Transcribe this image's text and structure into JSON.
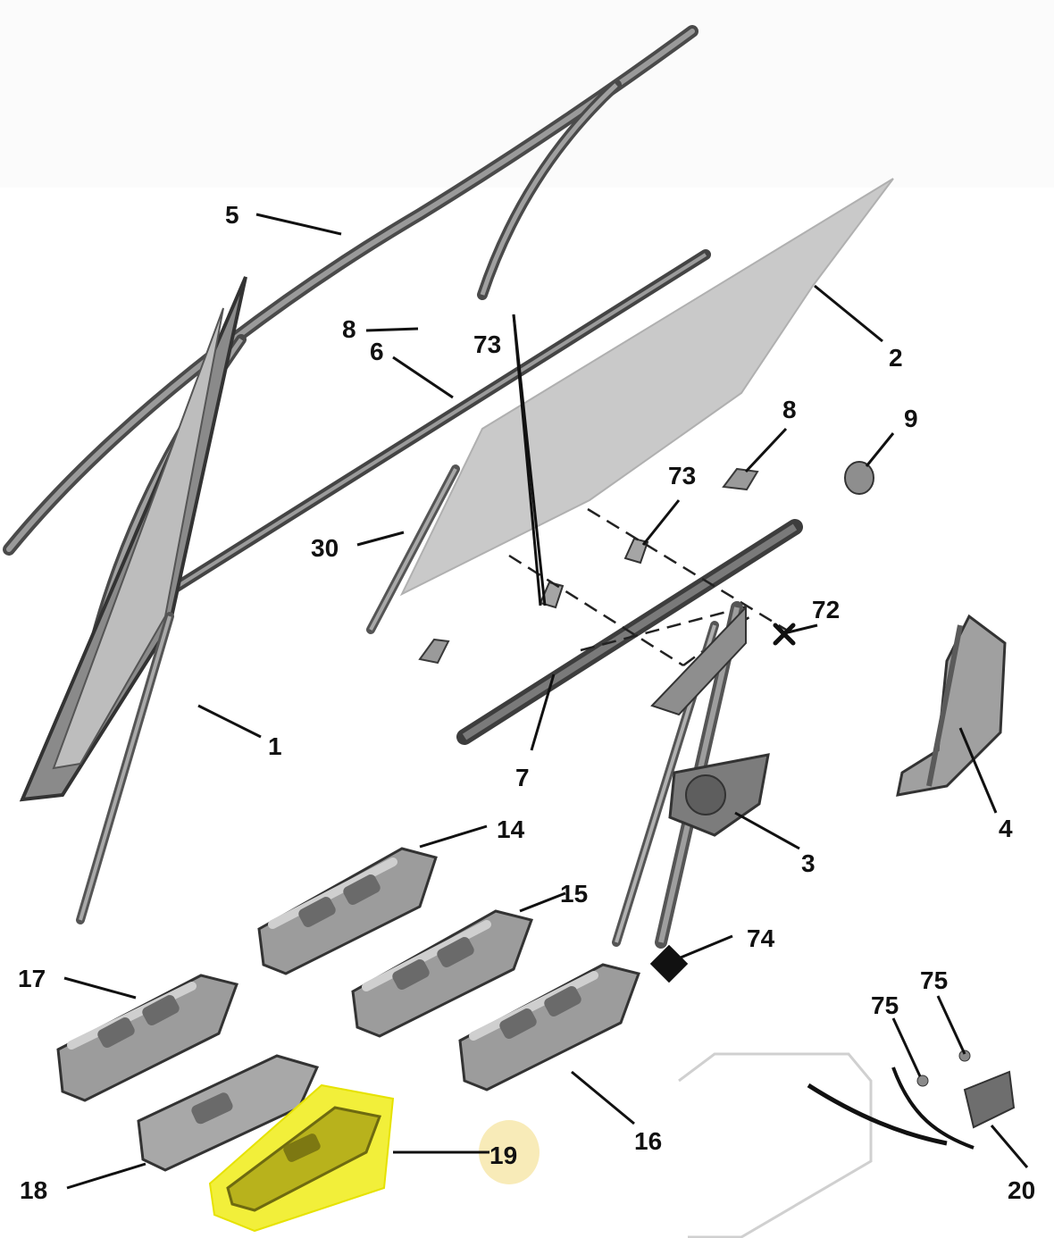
{
  "diagram": {
    "callouts": {
      "c1": "1",
      "c2": "2",
      "c3": "3",
      "c4": "4",
      "c5": "5",
      "c6": "6",
      "c7": "7",
      "c8a": "8",
      "c8b": "8",
      "c9": "9",
      "c14": "14",
      "c15": "15",
      "c16": "16",
      "c17": "17",
      "c18": "18",
      "c19": "19",
      "c20": "20",
      "c30": "30",
      "c72": "72",
      "c73a": "73",
      "c73b": "73",
      "c74": "74",
      "c75a": "75",
      "c75b": "75"
    },
    "highlight_color": "#f2ef3a",
    "part_color": "#6f6f6f",
    "glass_color": "#c9c9c9"
  }
}
